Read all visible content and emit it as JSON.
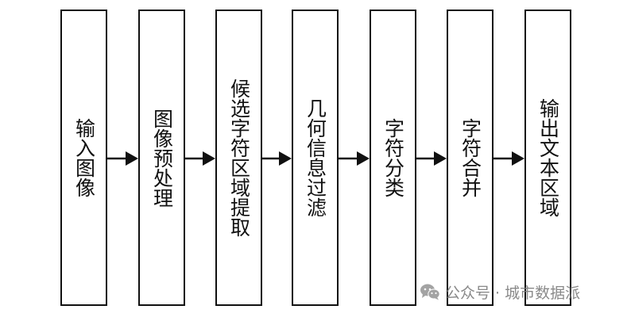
{
  "steps": [
    {
      "label": "输入图像"
    },
    {
      "label": "图像预处理"
    },
    {
      "label": "候选字符区域提取"
    },
    {
      "label": "几何信息过滤"
    },
    {
      "label": "字符分类"
    },
    {
      "label": "字符合并"
    },
    {
      "label": "输出文本区域"
    }
  ],
  "watermark": {
    "text": "公众号 · 城市数据派",
    "icon": "wechat-icon"
  },
  "colors": {
    "box_border": "#111111",
    "arrow": "#111111",
    "watermark": "#7d7d7d"
  }
}
